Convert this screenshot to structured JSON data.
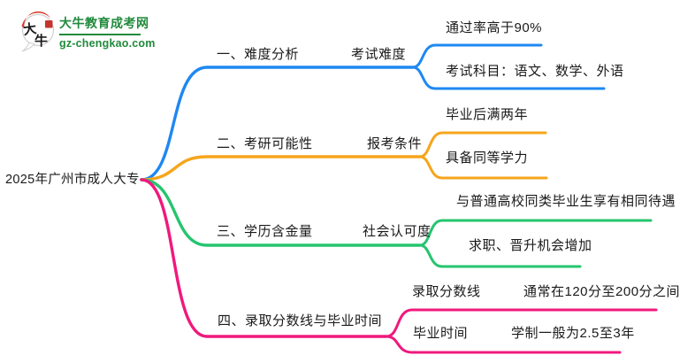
{
  "logo": {
    "icon": "daniu-speech-bubble-icon",
    "icon_char_1": "大",
    "icon_char_2": "牛",
    "site_name": "大牛教育成考网",
    "site_url": "gz-chengkao.com",
    "brand_color": "#218a3b",
    "seal_color": "#c4352c"
  },
  "root": {
    "label": "2025年广州市成人大专"
  },
  "branches": [
    {
      "label": "一、难度分析",
      "color": "#1e88f2",
      "node": "考试难度",
      "leaves": [
        "通过率高于90%",
        "考试科目：语文、数学、外语"
      ]
    },
    {
      "label": "二、考研可能性",
      "color": "#f6a51c",
      "node": "报考条件",
      "leaves": [
        "毕业后满两年",
        "具备同等学力"
      ]
    },
    {
      "label": "三、学历含金量",
      "color": "#25c56e",
      "node": "社会认可度",
      "leaves": [
        "与普通高校同类毕业生享有相同待遇",
        "求职、晋升机会增加"
      ]
    },
    {
      "label": "四、录取分数线与毕业时间",
      "color": "#f0187d",
      "rows": [
        {
          "node": "录取分数线",
          "value": "通常在120分至200分之间"
        },
        {
          "node": "毕业时间",
          "value": "学制一般为2.5至3年"
        }
      ]
    }
  ]
}
